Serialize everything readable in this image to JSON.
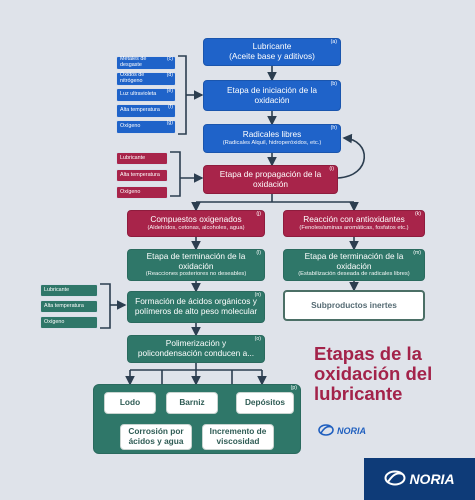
{
  "diagram": {
    "title": "Etapas de la oxidación del lubricante",
    "brand": "NORIA",
    "colors": {
      "blue": "#1f63c9",
      "red": "#a8244a",
      "teal": "#2f7769",
      "title": "#a3234a"
    },
    "nodes": {
      "lubricante": {
        "title": "Lubricante",
        "subtitle": "(Aceite base y aditivos)",
        "tag": "(a)"
      },
      "iniciacion": {
        "title": "Etapa de iniciación de la oxidación",
        "tag": "(b)"
      },
      "radicales": {
        "title": "Radicales libres",
        "subtitle": "(Radicales Alquil, hidroperóxidos, etc.)",
        "tag": "(h)"
      },
      "propagacion": {
        "title": "Etapa de propagación de la oxidación",
        "tag": "(i)"
      },
      "compuestos": {
        "title": "Compuestos oxigenados",
        "subtitle": "(Aldehídos, cetonas, alcoholes, agua)",
        "tag": "(j)"
      },
      "antioxidantes": {
        "title": "Reacción con antioxidantes",
        "subtitle": "(Fenoles/aminas aromáticas, fosfatos etc.)",
        "tag": "(k)"
      },
      "terminacion1": {
        "title": "Etapa de terminación de la oxidación",
        "subtitle": "(Reacciones posteriores no deseables)",
        "tag": "(l)"
      },
      "terminacion2": {
        "title": "Etapa de terminación de la oxidación",
        "subtitle": "(Estabilización deseada de radicales libres)",
        "tag": "(m)"
      },
      "acidos": {
        "title": "Formación de ácidos orgánicos y polímeros de alto peso molecular",
        "tag": "(n)"
      },
      "subproductos": {
        "title": "Subproductos inertes"
      },
      "polimerizacion": {
        "title": "Polimerización y policondensación conducen a...",
        "tag": "(o)"
      },
      "resultados_tag": "(p)"
    },
    "results": [
      "Lodo",
      "Barniz",
      "Depósitos",
      "Corrosión por ácidos y agua",
      "Incremento de viscosidad"
    ],
    "side_blue": [
      {
        "label": "Metales de desgaste",
        "tag": "(c)"
      },
      {
        "label": "Óxidos de nitrógeno",
        "tag": "(d)"
      },
      {
        "label": "Luz ultravioleta",
        "tag": "(e)"
      },
      {
        "label": "Alta temperatura",
        "tag": "(f)"
      },
      {
        "label": "Oxígeno",
        "tag": "(g)"
      }
    ],
    "side_red": [
      "Lubricante",
      "Alta temperatura",
      "Oxígeno"
    ],
    "side_teal": [
      "Lubricante",
      "Alta temperatura",
      "Oxígeno"
    ]
  }
}
